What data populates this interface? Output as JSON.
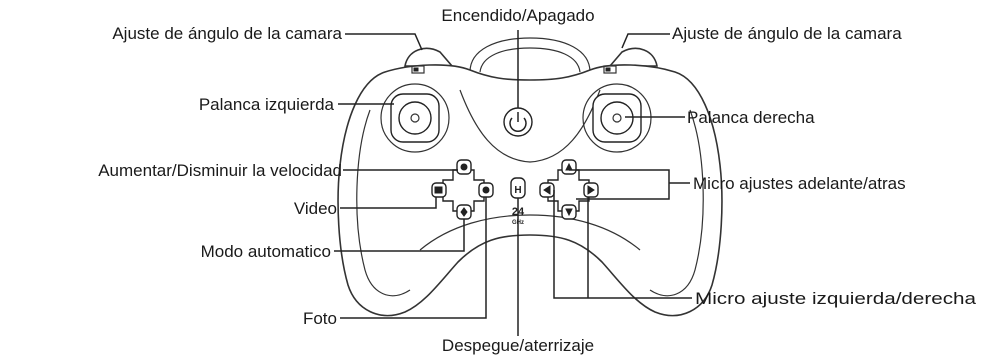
{
  "labels": {
    "power": "Encendido/Apagado",
    "camera_angle_left": "Ajuste de ángulo de la camara",
    "camera_angle_right": "Ajuste de ángulo de la camara",
    "left_stick": "Palanca izquierda",
    "right_stick": "Palanca derecha",
    "speed": "Aumentar/Disminuir la velocidad",
    "video": "Video",
    "auto_mode": "Modo automatico",
    "photo": "Foto",
    "takeoff_landing": "Despegue/aterrizaje",
    "trim_fwd_back": "Micro ajustes adelante/atras",
    "trim_left_right": "Micro ajuste izquierda/derecha"
  },
  "device_marks": {
    "h_button": "H",
    "freq_number": "24",
    "freq_unit": "GHz"
  },
  "colors": {
    "line": "#222222",
    "background": "#ffffff"
  }
}
